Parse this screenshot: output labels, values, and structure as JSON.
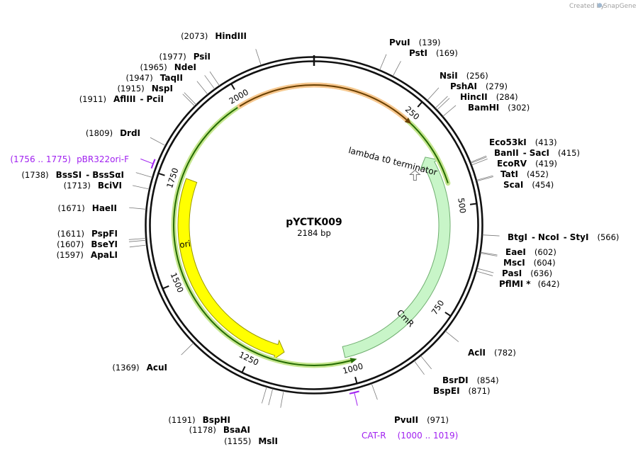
{
  "credit": {
    "created_by": "Created by",
    "brand": "SnapGene"
  },
  "plasmid": {
    "name": "pYCTK009",
    "size_label": "2184 bp",
    "length": 2184
  },
  "ticks": [
    {
      "pos": 250,
      "label": "250"
    },
    {
      "pos": 500,
      "label": "500"
    },
    {
      "pos": 750,
      "label": "750"
    },
    {
      "pos": 1000,
      "label": "1000"
    },
    {
      "pos": 1250,
      "label": "1250"
    },
    {
      "pos": 1500,
      "label": "1500"
    },
    {
      "pos": 1750,
      "label": "1750"
    },
    {
      "pos": 2000,
      "label": "2000"
    }
  ],
  "features": [
    {
      "id": "cmr",
      "name": "CmR",
      "type": "cds",
      "start": 355,
      "end": 1012,
      "direction": "reverse",
      "fill": "#c8f5c8",
      "stroke": "#6fae6f"
    },
    {
      "id": "ori",
      "name": "ori",
      "type": "rep_origin",
      "start": 1172,
      "end": 1760,
      "direction": "reverse",
      "fill": "#ffff00",
      "stroke": "#999900"
    },
    {
      "id": "terminator",
      "name": "lambda t0 terminator",
      "type": "terminator",
      "start": 390,
      "end": 388,
      "direction": "forward",
      "fill": "#ffffff",
      "stroke": "#777777"
    },
    {
      "id": "cmr_region",
      "name": "",
      "type": "arc_highlight",
      "start": 440,
      "end": 1000,
      "direction": "reverse",
      "fill": "#246b00",
      "stroke": "#c5e68f"
    },
    {
      "id": "top_arc",
      "name": "",
      "type": "arc_highlight",
      "start": 1990,
      "end": 250,
      "direction": "forward",
      "fill": "#6a4000",
      "stroke": "#f8c790"
    }
  ],
  "primers": [
    {
      "name": "pBR322ori-F",
      "range": "(1756 .. 1775)",
      "pos": 1765
    },
    {
      "name": "CAT-R",
      "range": "(1000 .. 1019)",
      "pos": 1010
    }
  ],
  "sites": [
    {
      "name": "HindIII",
      "pos": "(2073)",
      "bp": 2073
    },
    {
      "name": "PsiI",
      "pos": "(1977)",
      "bp": 1977
    },
    {
      "name": "NdeI",
      "pos": "(1965)",
      "bp": 1965
    },
    {
      "name": "TaqII",
      "pos": "(1947)",
      "bp": 1947
    },
    {
      "name": "NspI",
      "pos": "(1915)",
      "bp": 1915
    },
    {
      "name": "AflIII",
      "name2": "PciI",
      "pos": "(1911)",
      "bp": 1911
    },
    {
      "name": "DrdI",
      "pos": "(1809)",
      "bp": 1809
    },
    {
      "name": "BssSI",
      "name2": "BssSαI",
      "pos": "(1738)",
      "bp": 1738
    },
    {
      "name": "BciVI",
      "pos": "(1713)",
      "bp": 1713
    },
    {
      "name": "HaeII",
      "pos": "(1671)",
      "bp": 1671
    },
    {
      "name": "PspFI",
      "pos": "(1611)",
      "bp": 1611
    },
    {
      "name": "BseYI",
      "pos": "(1607)",
      "bp": 1607
    },
    {
      "name": "ApaLI",
      "pos": "(1597)",
      "bp": 1597
    },
    {
      "name": "AcuI",
      "pos": "(1369)",
      "bp": 1369
    },
    {
      "name": "BspHI",
      "pos": "(1191)",
      "bp": 1191
    },
    {
      "name": "BsaAI",
      "pos": "(1178)",
      "bp": 1178
    },
    {
      "name": "MslI",
      "pos": "(1155)",
      "bp": 1155
    },
    {
      "name": "PvuII",
      "pos": "(971)",
      "bp": 971
    },
    {
      "name": "BspEI",
      "pos": "(871)",
      "bp": 871
    },
    {
      "name": "BsrDI",
      "pos": "(854)",
      "bp": 854
    },
    {
      "name": "AclI",
      "pos": "(782)",
      "bp": 782
    },
    {
      "name": "PflMI *",
      "pos": "(642)",
      "bp": 642
    },
    {
      "name": "PasI",
      "pos": "(636)",
      "bp": 636
    },
    {
      "name": "MscI",
      "pos": "(604)",
      "bp": 604
    },
    {
      "name": "EaeI",
      "pos": "(602)",
      "bp": 602
    },
    {
      "name": "BtgI",
      "name2": "NcoI",
      "name3": "StyI",
      "pos": "(566)",
      "bp": 566
    },
    {
      "name": "ScaI",
      "pos": "(454)",
      "bp": 454
    },
    {
      "name": "TatI",
      "pos": "(452)",
      "bp": 452
    },
    {
      "name": "EcoRV",
      "pos": "(419)",
      "bp": 419
    },
    {
      "name": "BanII",
      "name2": "SacI",
      "pos": "(415)",
      "bp": 415
    },
    {
      "name": "Eco53kI",
      "pos": "(413)",
      "bp": 413
    },
    {
      "name": "BamHI",
      "pos": "(302)",
      "bp": 302
    },
    {
      "name": "HincII",
      "pos": "(284)",
      "bp": 284
    },
    {
      "name": "PshAI",
      "pos": "(279)",
      "bp": 279
    },
    {
      "name": "NsiI",
      "pos": "(256)",
      "bp": 256
    },
    {
      "name": "PstI",
      "pos": "(169)",
      "bp": 169
    },
    {
      "name": "PvuI",
      "pos": "(139)",
      "bp": 139
    }
  ]
}
